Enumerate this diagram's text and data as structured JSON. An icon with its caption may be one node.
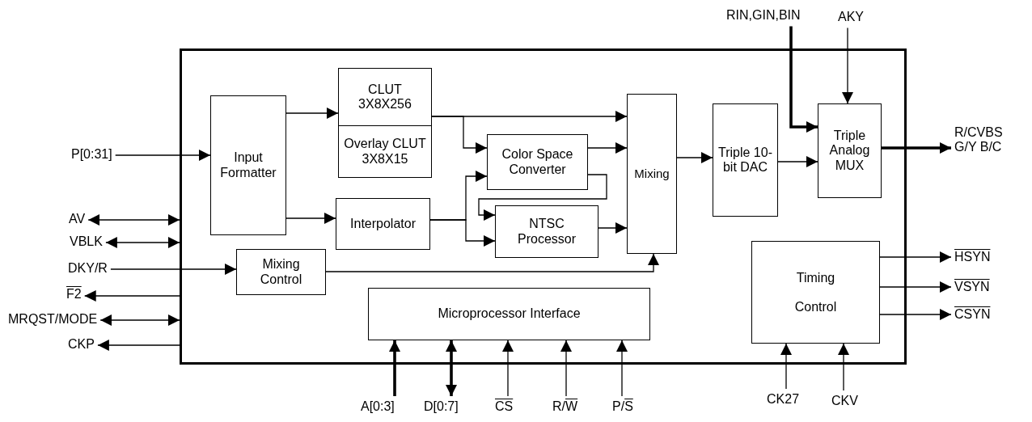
{
  "diagram": {
    "nodes": [
      {
        "text": [],
        "shape": "box"
      },
      {
        "text": [
          "Input Formatter"
        ],
        "in": 0
      },
      {
        "text": [
          "CLUT 3X8X256"
        ],
        "in": 0
      },
      {
        "text": [
          "Overlay CLUT 3X8X15"
        ],
        "in": 0
      },
      {
        "text": [
          "Interpolator"
        ],
        "in": 0
      },
      {
        "text": [
          "Color Space Converter"
        ],
        "in": 0
      },
      {
        "text": [
          "NTSC Processor"
        ],
        "in": 0
      },
      {
        "text": [
          "Mixing"
        ],
        "in": 0
      },
      {
        "text": [
          "Triple 10-bit DAC"
        ],
        "in": 0
      },
      {
        "text": [
          "Triple Analog MUX"
        ],
        "in": 0
      },
      {
        "text": [
          "Mixing Control"
        ],
        "in": 0
      },
      {
        "text": [
          "Microprocessor Interface"
        ],
        "in": 0
      },
      {
        "text": [
          "Timing Control"
        ],
        "in": 0
      },
      {
        "text": [
          "P[0:31]"
        ]
      },
      {
        "text": [
          "AV"
        ]
      },
      {
        "text": [
          "VBLK"
        ]
      },
      {
        "text": [
          "DKY/R"
        ]
      },
      {
        "text": [
          "F2"
        ]
      },
      {
        "text": [
          "MRQST/MODE"
        ]
      },
      {
        "text": [
          "CKP"
        ]
      },
      {
        "text": [
          "A[0:3]"
        ]
      },
      {
        "text": [
          "D[0:7]"
        ]
      },
      {
        "text": [
          "CS"
        ]
      },
      {
        "text": [
          "R/W"
        ]
      },
      {
        "text": [
          "P/S"
        ]
      },
      {
        "text": [
          "CK27"
        ]
      },
      {
        "text": [
          "CKV"
        ]
      },
      {
        "text": [
          "RIN,GIN,BIN"
        ]
      },
      {
        "text": [
          "AKY"
        ]
      },
      {
        "text": [
          "R/CVBS G/Y B/C"
        ]
      },
      {
        "text": [
          "HSYN"
        ]
      },
      {
        "text": [
          "VSYN"
        ]
      },
      {
        "text": [
          "CSYN"
        ]
      }
    ],
    "edges": [
      {
        "from": 13,
        "to": 1,
        "arrow": "to"
      },
      {
        "from": 14,
        "to": 0,
        "arrow": "both"
      },
      {
        "from": 15,
        "to": 0,
        "arrow": "both"
      },
      {
        "from": 16,
        "to": 10,
        "arrow": "to"
      },
      {
        "from": 0,
        "to": 17,
        "arrow": "to"
      },
      {
        "from": 18,
        "to": 0,
        "arrow": "both"
      },
      {
        "from": 0,
        "to": 19,
        "arrow": "to"
      },
      {
        "from": 1,
        "to": 2,
        "arrow": "to"
      },
      {
        "from": 1,
        "to": 4,
        "arrow": "to"
      },
      {
        "from": 2,
        "to": 7,
        "arrow": "to"
      },
      {
        "from": 2,
        "to": 5,
        "arrow": "to"
      },
      {
        "from": 4,
        "to": 5,
        "arrow": "to"
      },
      {
        "from": 4,
        "to": 6,
        "arrow": "to"
      },
      {
        "from": 5,
        "to": 7,
        "arrow": "to"
      },
      {
        "from": 5,
        "to": 6,
        "arrow": "to"
      },
      {
        "from": 6,
        "to": 7,
        "arrow": "to"
      },
      {
        "from": 10,
        "to": 7,
        "arrow": "to"
      },
      {
        "from": 7,
        "to": 8,
        "arrow": "to"
      },
      {
        "from": 8,
        "to": 9,
        "arrow": "to"
      },
      {
        "from": 27,
        "to": 9,
        "arrow": "to",
        "style": "thick"
      },
      {
        "from": 28,
        "to": 9,
        "arrow": "to"
      },
      {
        "from": 9,
        "to": 29,
        "arrow": "to",
        "style": "thick"
      },
      {
        "from": 12,
        "to": 30,
        "arrow": "to"
      },
      {
        "from": 12,
        "to": 31,
        "arrow": "to"
      },
      {
        "from": 12,
        "to": 32,
        "arrow": "to"
      },
      {
        "from": 20,
        "to": 11,
        "arrow": "to",
        "style": "thick"
      },
      {
        "from": 21,
        "to": 11,
        "arrow": "both",
        "style": "thick"
      },
      {
        "from": 22,
        "to": 11,
        "arrow": "to"
      },
      {
        "from": 23,
        "to": 11,
        "arrow": "to"
      },
      {
        "from": 24,
        "to": 11,
        "arrow": "to"
      },
      {
        "from": 25,
        "to": 12,
        "arrow": "to"
      },
      {
        "from": 26,
        "to": 12,
        "arrow": "to"
      }
    ]
  }
}
